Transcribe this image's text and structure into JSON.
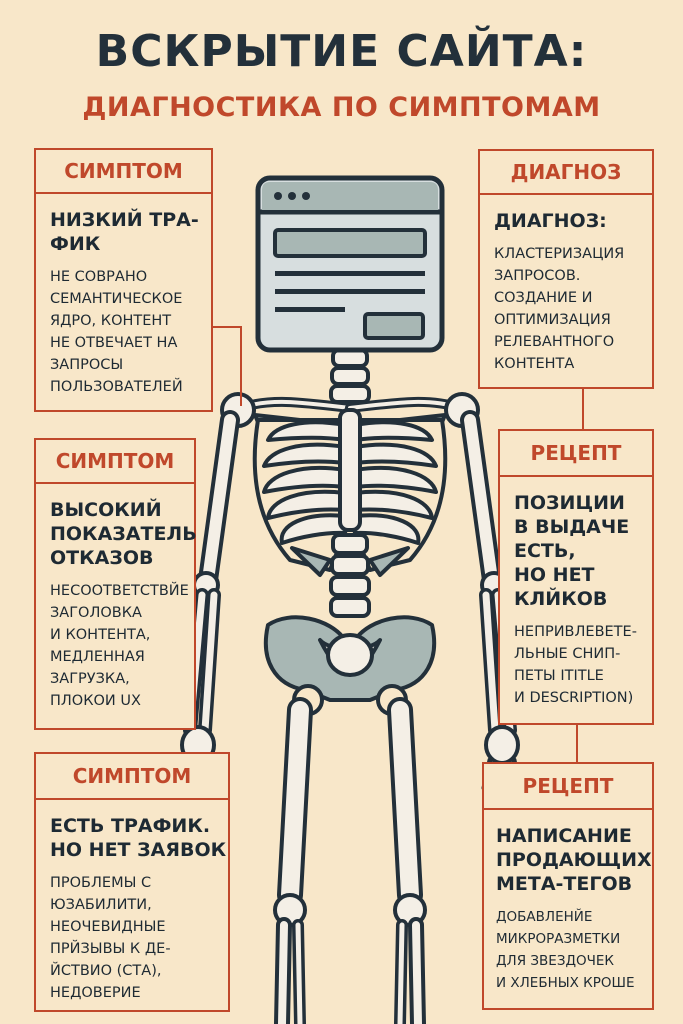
{
  "header": {
    "title": "ВСКРЫТИЕ САЙТА:",
    "subtitle": "ДИАГНОСТИКА ПО СИМПТОМАМ"
  },
  "left_cards": [
    {
      "label": "СИМПТОМ",
      "title": "НИЗКИЙ ТРА-\nФИК",
      "text": "НЕ СОВРАНО\nСЕМАНТИЧЕСКОЕ\nЯДРО, КОНТЕНТ\nНЕ ОТВЕЧАЕТ НА\nЗАПРОСЫ\nПОЛЬЗОВАТЕЛЕЙ"
    },
    {
      "label": "СИМПТОМ",
      "title": "ВЫСОКИЙ\nПОКАЗАТЕЛЬ\nОТКАЗОВ",
      "text": "НЕСООТВЕТСТВЙЕ\nЗАГОЛОВКА\nИ КОНТЕНТА,\nМЕДЛЕННАЯ\nЗАГРУЗКА,\nПЛОКОИ UX"
    },
    {
      "label": "СИМПТОМ",
      "title": "ЕСТЬ ТРАФИК.\nНО НЕТ ЗАЯВОК",
      "text": "ПРОБЛЕМЫ С\nЮЗАБИЛИТИ,\nНЕОЧЕВИДНЫЕ\nПРЙЗЫВЫ К ДЕ-\nЙСТВИО (СТА),\nНЕДОВЕРИЕ"
    }
  ],
  "right_cards": [
    {
      "label": "ДИАГНОЗ",
      "title": "ДИАГНОЗ:",
      "text": "КЛАСТЕРИЗАЦИЯ\nЗАПРОСОВ.\nСОЗДАНИЕ И\nОПТИМИЗАЦИЯ\nРЕЛЕВАНТНОГО\nКОНТЕНТА"
    },
    {
      "label": "РЕЦЕПТ",
      "title": "ПОЗИЦИИ\nВ ВЫДАЧЕ\nЕСТЬ,\nНО НЕТ\nКЛЙКОВ",
      "text": "НЕПРИВЛЕВЕТЕ-\nЛЬНЫЕ СНИП-\nПЕТЫ ITITLE\nИ DESCRIPTION)"
    },
    {
      "label": "РЕЦЕПТ",
      "title": "НАПИСАНИЕ\nПРОДАЮЩИХ\nМЕТА-ТЕГОВ",
      "text": "ДОБАВЛЕНЙЕ\nМИКРОРАЗМЕТКИ\nДЛЯ ЗВЕЗДОЧЕК\nИ ХЛЕБНЫХ КРОШЕ"
    }
  ],
  "colors": {
    "background": "#f8e7c9",
    "accent": "#c0482b",
    "ink": "#23303a",
    "bone": "#f4efe6",
    "bone_shade": "#a8b7b4"
  },
  "icons": [
    "browser-window-icon",
    "skeleton-illustration"
  ]
}
